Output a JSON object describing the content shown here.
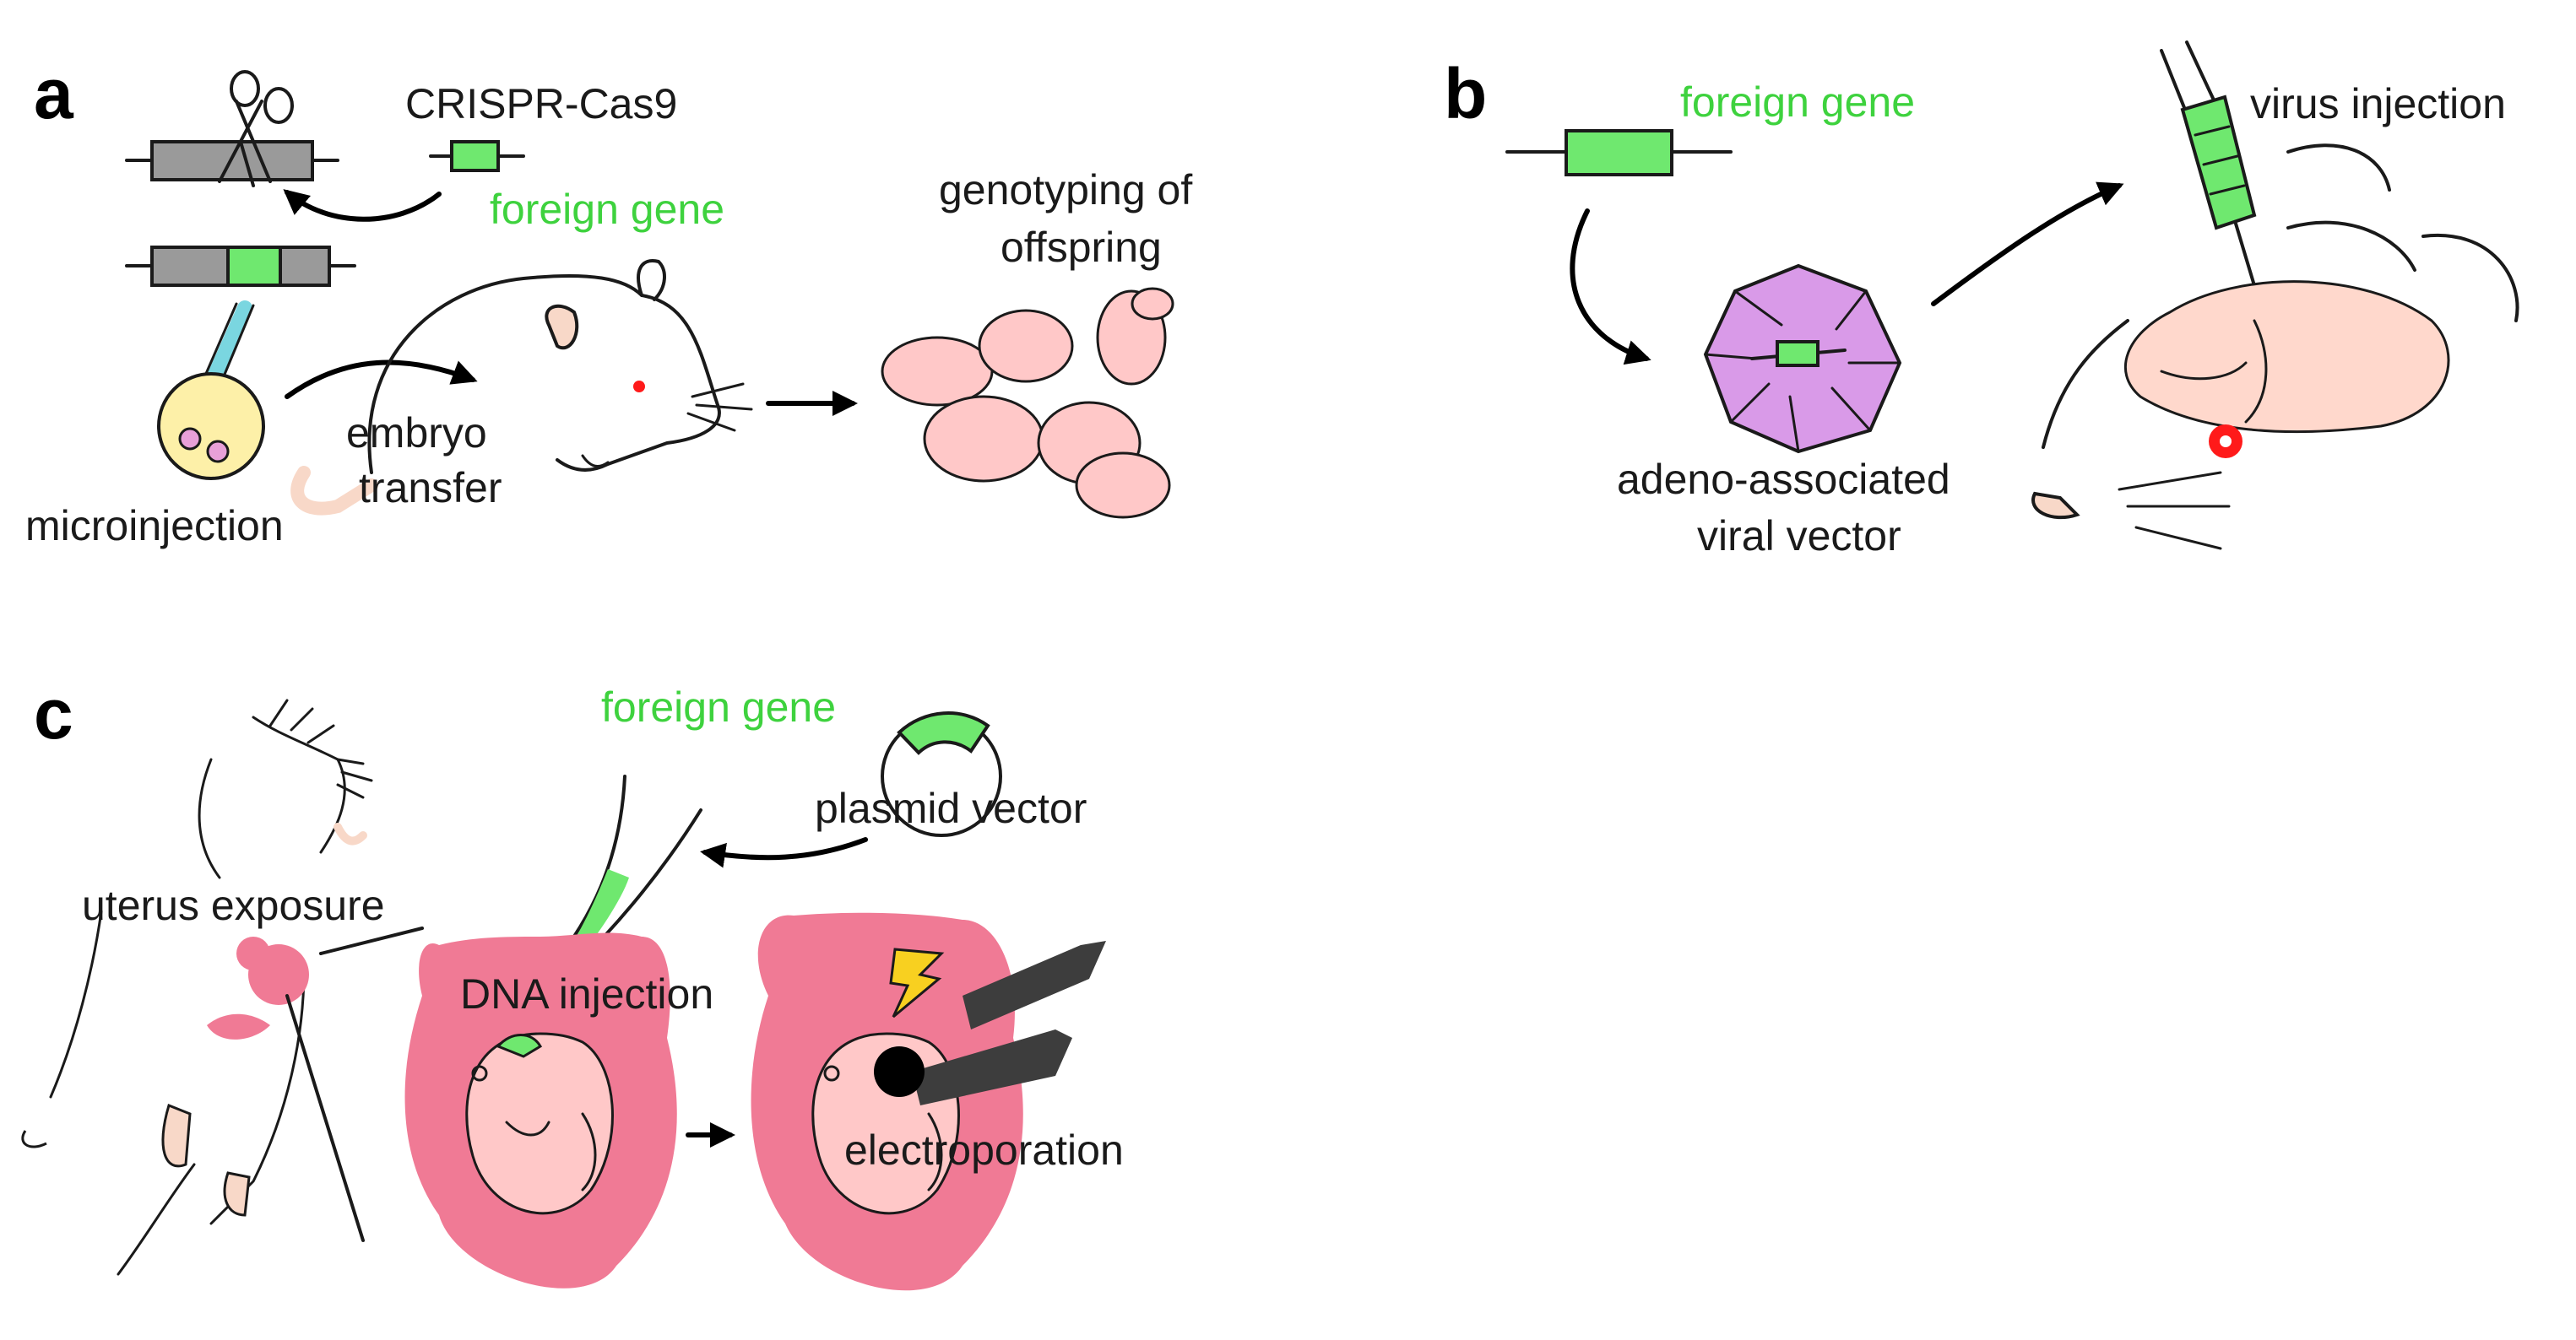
{
  "panels": {
    "a": {
      "letter": "a",
      "crispr": "CRISPR-Cas9",
      "foreign_gene": "foreign gene",
      "genotyping_line1": "genotyping of",
      "genotyping_line2": "offspring",
      "embryo_line1": "embryo",
      "embryo_line2": "transfer",
      "microinjection": "microinjection"
    },
    "b": {
      "letter": "b",
      "foreign_gene": "foreign gene",
      "virus_injection": "virus injection",
      "aav_line1": "adeno-associated",
      "aav_line2": "viral vector"
    },
    "c": {
      "letter": "c",
      "foreign_gene": "foreign gene",
      "plasmid_vector": "plasmid vector",
      "uterus_exposure": "uterus exposure",
      "dna_injection": "DNA injection",
      "electroporation": "electroporation"
    }
  },
  "colors": {
    "gene_green": "#6fe86f",
    "label_green": "#3ed23e",
    "uterus_pink": "#f07a95",
    "embryo_pink": "#ffc8c8",
    "virus_purple": "#d99ae8",
    "gray_dna": "#9a9a9a",
    "cell_yellow": "#fdf0a8",
    "skin_peach": "#f8d8c8",
    "red_marker": "#ff1a1a",
    "bolt_yellow": "#f8d020",
    "electrode_gray": "#3d3d3d"
  }
}
